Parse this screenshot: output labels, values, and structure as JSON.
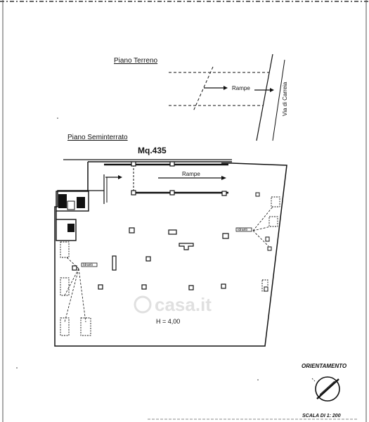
{
  "labels": {
    "ground_floor": "Piano Terreno",
    "basement_floor": "Piano Seminterrato",
    "area": "Mq.435",
    "ramp_top": "Rampe",
    "ramp_basement": "Rampe",
    "street": "Via di Carreia",
    "height": "H = 4,00",
    "orientation": "ORIENTAMENTO",
    "scale": "SCALA DI 1: 200",
    "watermark": "casa.it",
    "hydrant_left": "Idranti",
    "hydrant_right": "Idranti"
  },
  "colors": {
    "ink": "#111111",
    "watermark": "#c8c8c8",
    "background": "#ffffff"
  }
}
